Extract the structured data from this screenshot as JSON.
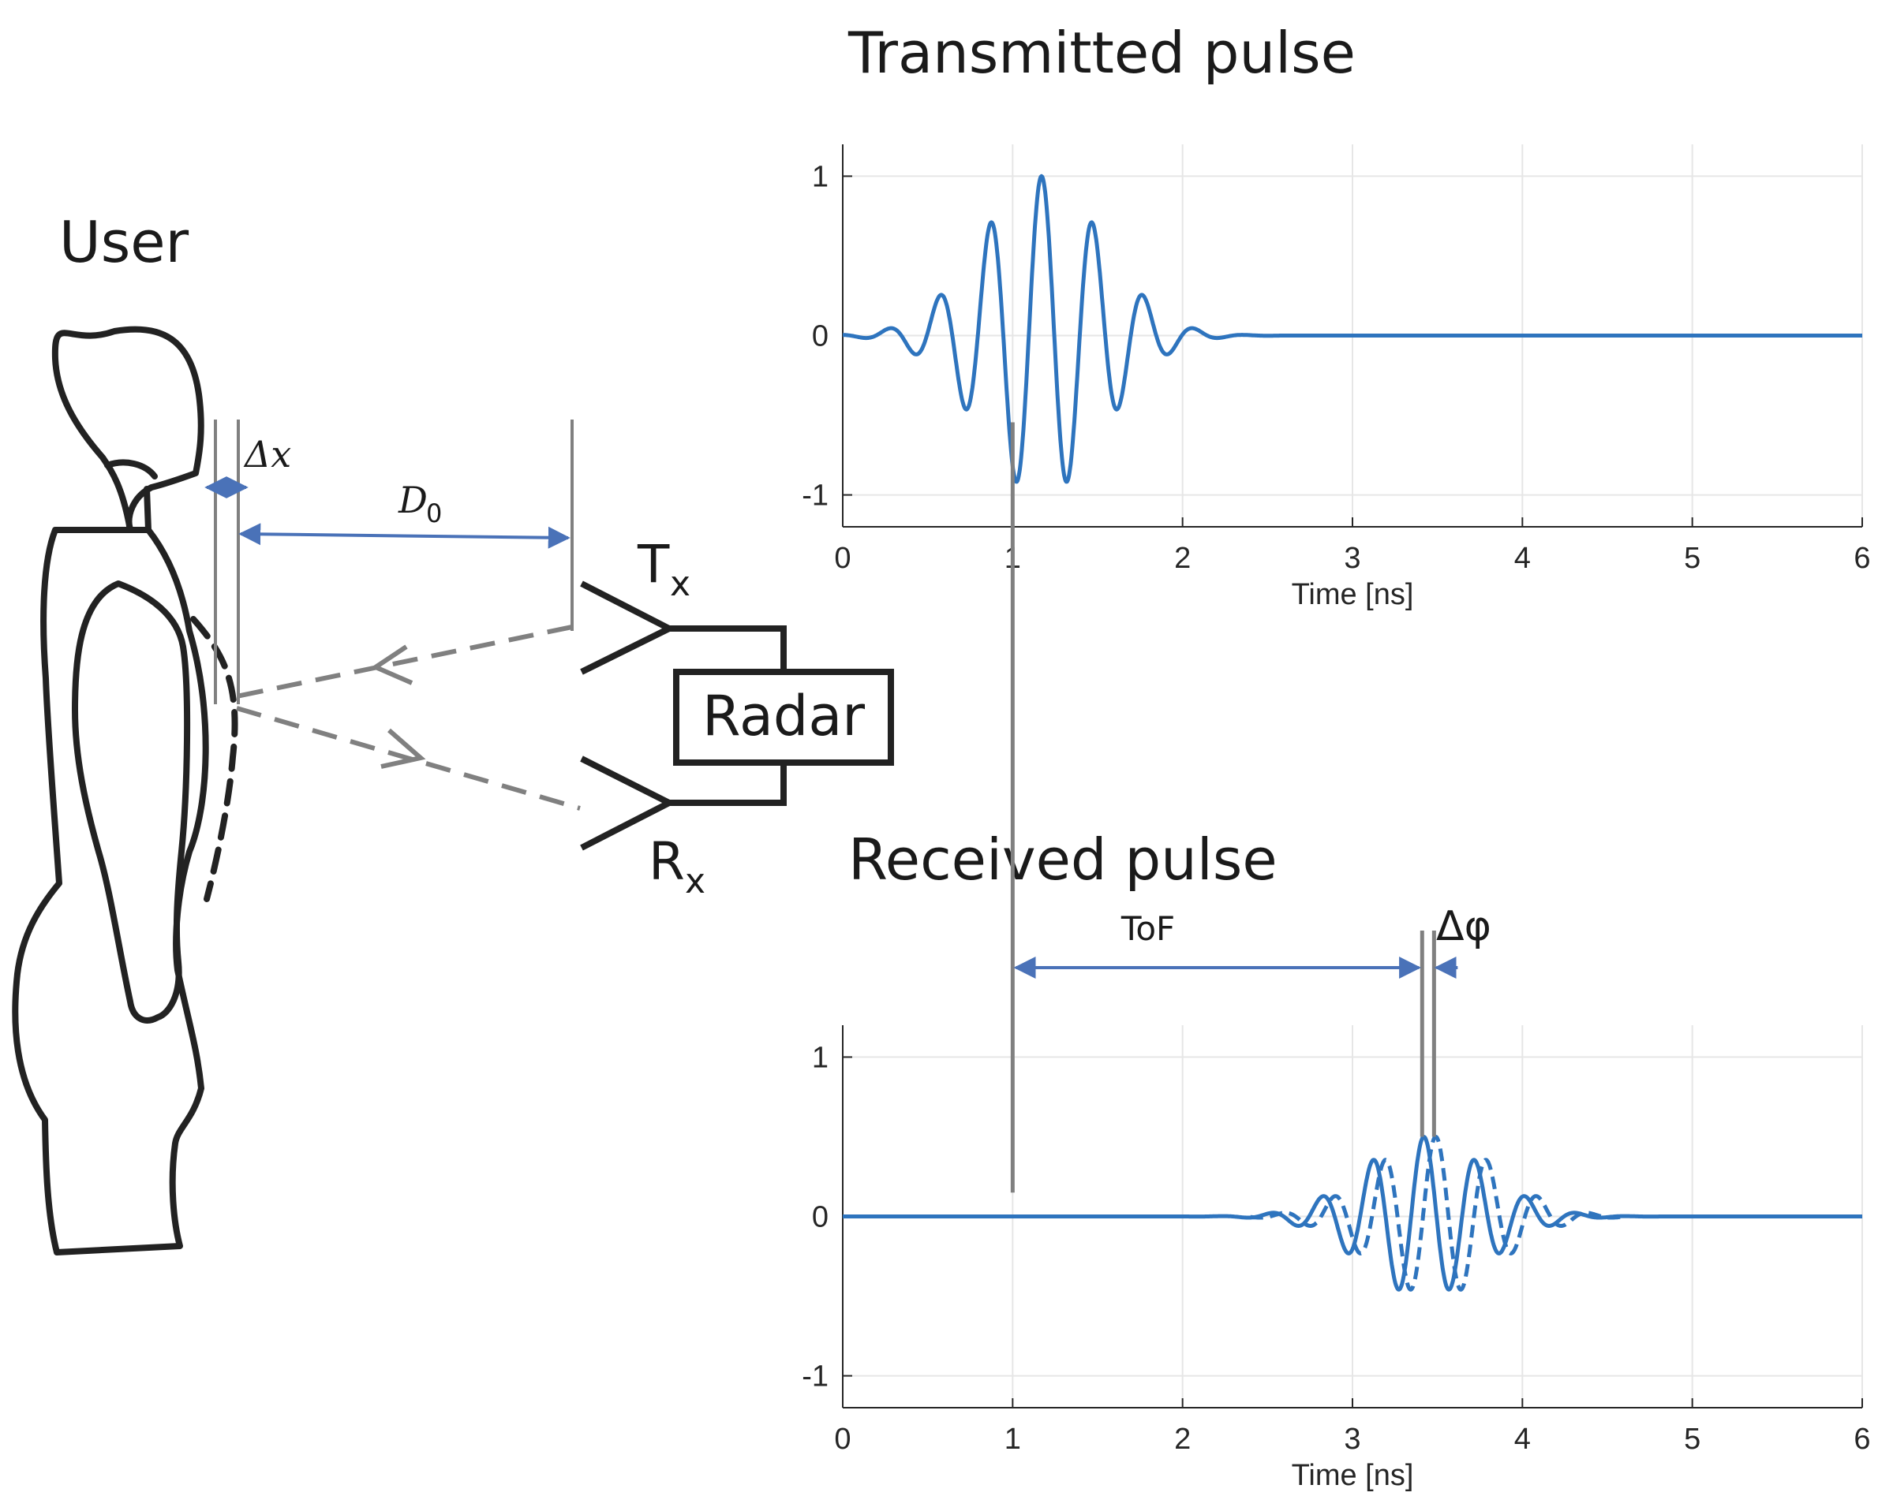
{
  "labels": {
    "user": "User",
    "delta_x": "Δx",
    "d0_main": "D",
    "d0_sub": "0",
    "tx_main": "T",
    "tx_sub": "x",
    "rx_main": "R",
    "rx_sub": "x",
    "radar": "Radar",
    "tof": "ToF",
    "delta_phi": "Δφ"
  },
  "colors": {
    "signal": "#2e74be",
    "arrow": "#4a72b8",
    "gray_line": "#808080",
    "outline": "#222222",
    "grid": "#e6e6e6"
  },
  "chart_data": [
    {
      "type": "line",
      "title": "Transmitted pulse",
      "xlabel": "Time [ns]",
      "ylabel": "",
      "xlim": [
        0,
        6
      ],
      "ylim": [
        -1.2,
        1.2
      ],
      "xticks": [
        "0",
        "1",
        "2",
        "3",
        "4",
        "5",
        "6"
      ],
      "yticks": [
        "1",
        "0",
        "-1"
      ],
      "grid": true,
      "series": [
        {
          "style": "solid",
          "waveform": {
            "center_ns": 1.17,
            "sigma_ns": 0.36,
            "period_ns": 0.3,
            "amplitude": 1.0,
            "start_ns": 0,
            "end_ns": 6
          }
        }
      ]
    },
    {
      "type": "line",
      "title": "Received pulse",
      "xlabel": "Time [ns]",
      "ylabel": "",
      "xlim": [
        0,
        6
      ],
      "ylim": [
        -1.2,
        1.2
      ],
      "xticks": [
        "0",
        "1",
        "2",
        "3",
        "4",
        "5",
        "6"
      ],
      "yticks": [
        "1",
        "0",
        "-1"
      ],
      "grid": true,
      "markers": {
        "tx_reference_ns": 1.0,
        "tof_start_ns": 1.0,
        "tof_end_ns": 3.41,
        "phase_shift_end_ns": 3.48
      },
      "series": [
        {
          "style": "solid",
          "waveform": {
            "center_ns": 3.42,
            "sigma_ns": 0.36,
            "period_ns": 0.3,
            "amplitude": 0.5,
            "start_ns": 0,
            "end_ns": 6
          }
        },
        {
          "style": "dashed",
          "waveform": {
            "center_ns": 3.49,
            "sigma_ns": 0.36,
            "period_ns": 0.3,
            "amplitude": 0.5,
            "start_ns": 2.4,
            "end_ns": 4.6
          }
        }
      ]
    }
  ]
}
